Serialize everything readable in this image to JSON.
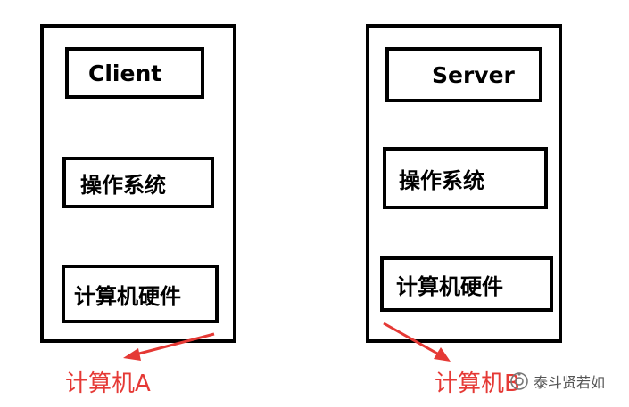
{
  "diagram": {
    "computer_a": {
      "layers": [
        "Client",
        "操作系统",
        "计算机硬件"
      ],
      "caption": "计算机A"
    },
    "computer_b": {
      "layers": [
        "Server",
        "操作系统",
        "计算机硬件"
      ],
      "caption": "计算机B"
    },
    "arrow_color": "#e53935"
  },
  "watermark": {
    "icon": "wechat-official-account-icon",
    "text": "泰斗贤若如"
  }
}
